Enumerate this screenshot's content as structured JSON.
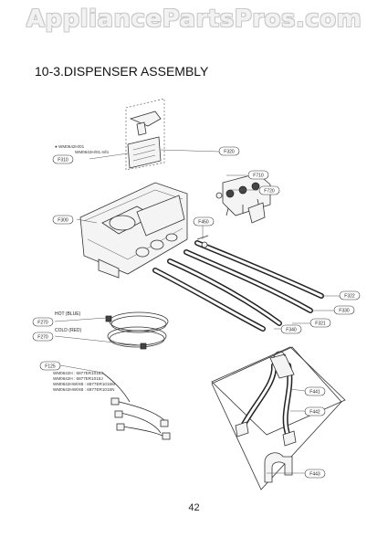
{
  "watermark": "AppliancePartsPros.com",
  "title": "10-3.DISPENSER ASSEMBLY",
  "page_number": "42",
  "callouts": {
    "c1": "F320",
    "c2": "F300",
    "c3": "F710",
    "c4": "F720",
    "c5": "F450",
    "c6": "F322",
    "c7": "F330",
    "c8": "F321",
    "c9": "F340",
    "c10": "F270",
    "c11": "F270",
    "c12": "F125",
    "c13": "F441",
    "c14": "F442",
    "c15": "F443",
    "c16": "F310"
  },
  "labels": {
    "hot": "HOT (BLUE)",
    "cold": "COLD (RED)"
  },
  "notes": {
    "dispenser_1": "● WM0642H/01",
    "dispenser_2": "WM0642H/01.Info",
    "harness_1": "WM0642H : 6877ER1015J",
    "harness_2": "WM0642H : 6877ER1015J",
    "harness_3": "WM0642HW/XB : 6877ER1015M",
    "harness_4": "WM0642HW/XB : 6877ER1015N"
  }
}
